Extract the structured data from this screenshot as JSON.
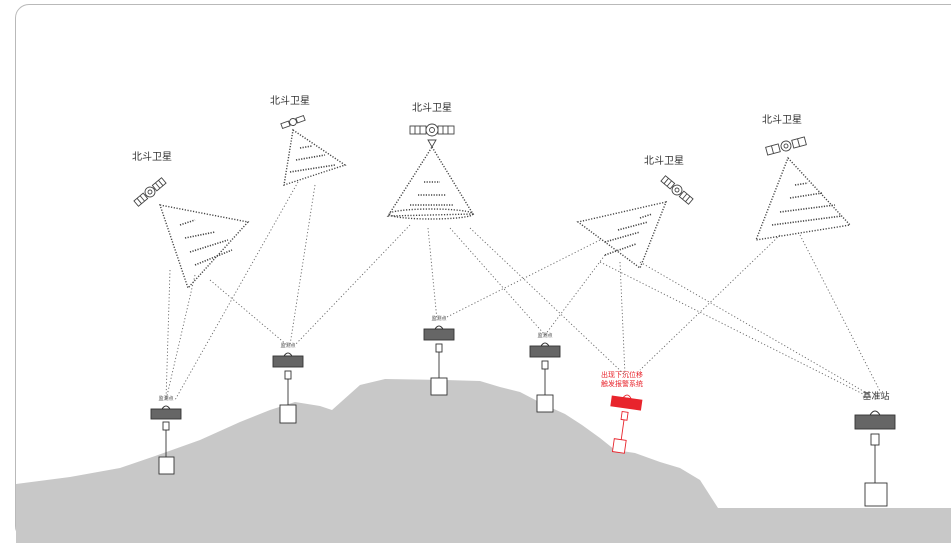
{
  "satellites": [
    {
      "label": "北斗卫星"
    },
    {
      "label": "北斗卫星"
    },
    {
      "label": "北斗卫星"
    },
    {
      "label": "北斗卫星"
    },
    {
      "label": "北斗卫星"
    }
  ],
  "monitoring_points": [
    {
      "label": "监测点"
    },
    {
      "label": "监测点"
    },
    {
      "label": "监测点"
    },
    {
      "label": "监测点"
    }
  ],
  "alert_station": {
    "line1": "出现下沉位移",
    "line2": "触发报警系统",
    "color": "#e8242c"
  },
  "base_station": {
    "label": "基准站"
  },
  "colors": {
    "terrain": "#c8c8c8",
    "line": "#555555",
    "alert": "#e8242c"
  }
}
